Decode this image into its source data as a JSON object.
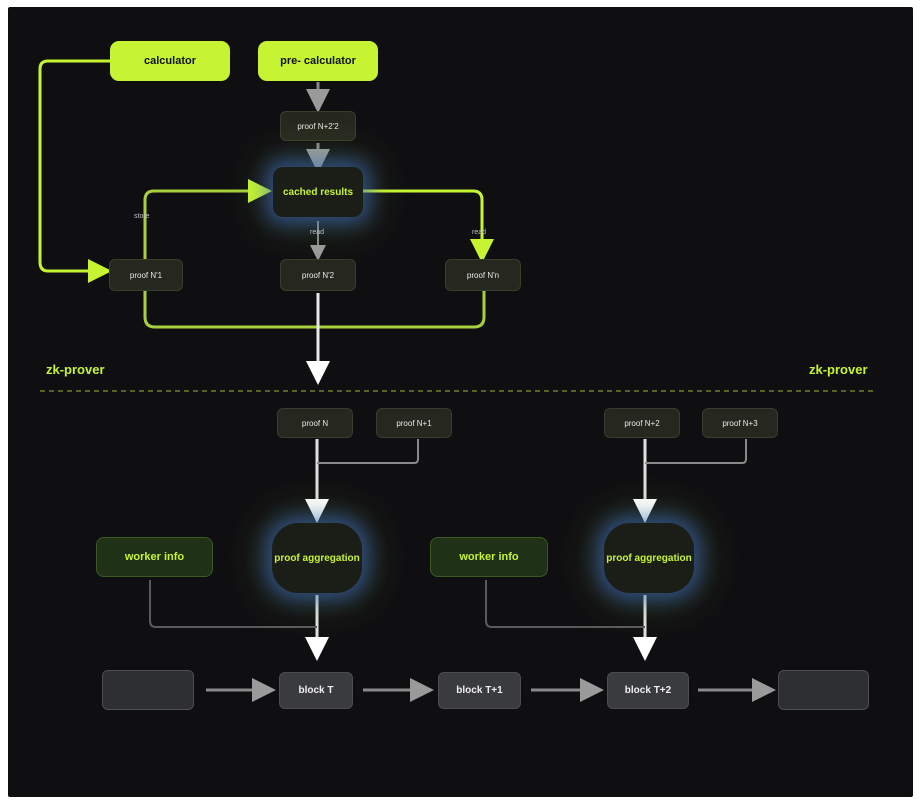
{
  "nodes": {
    "calculator": "calculator",
    "pre_calculator": "pre- calculator",
    "proof_n22": "proof N+2'2",
    "cached_results": "cached results",
    "proof_n1_prime": "proof N'1",
    "proof_n2_prime": "proof N'2",
    "proof_nn_prime": "proof N'n",
    "proof_n": "proof N",
    "proof_n_plus_1": "proof N+1",
    "proof_n_plus_2": "proof N+2",
    "proof_n_plus_3": "proof N+3",
    "proof_aggregation_left": "proof aggregation",
    "proof_aggregation_right": "proof aggregation",
    "worker_info_left": "worker info",
    "worker_info_right": "worker info",
    "block_t": "block T",
    "block_t1": "block T+1",
    "block_t2": "block T+2"
  },
  "edge_labels": {
    "store": "store",
    "read_middle": "read",
    "read_right": "read"
  },
  "section_labels": {
    "zk_prover_left": "zk-prover",
    "zk_prover_right": "zk-prover"
  },
  "colors": {
    "accent": "#c6f432",
    "background": "#0f0f12",
    "glow": "#3c6ec8"
  }
}
